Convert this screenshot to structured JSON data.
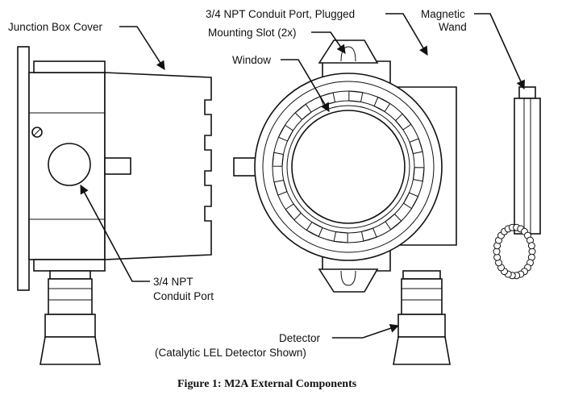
{
  "labels": {
    "junction_box_cover": "Junction Box Cover",
    "conduit_port_plugged": "3/4 NPT Conduit Port, Plugged",
    "magnetic_line1": "Magnetic",
    "magnetic_line2": "Wand",
    "mounting_slot": "Mounting Slot (2x)",
    "window": "Window",
    "npt_port_line1": "3/4 NPT",
    "npt_port_line2": "Conduit Port",
    "detector_line1": "Detector",
    "detector_line2": "(Catalytic LEL Detector Shown)"
  },
  "caption": "Figure 1: M2A External Components"
}
